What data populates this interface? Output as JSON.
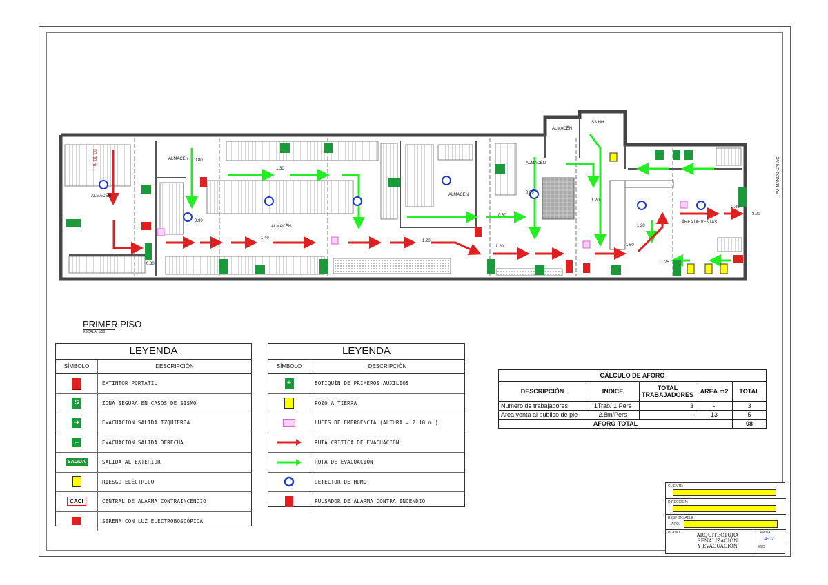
{
  "plan": {
    "title": "PRIMER PISO",
    "scale": "ESCALA: 1/50",
    "street": "AV. MANCO CAPAC",
    "rooms": {
      "almacen": "ALMACÉN",
      "sshh": "SS.HH.",
      "area_ventas": "ÁREA DE VENTAS"
    },
    "dims": [
      "30.00 m.",
      "0.80",
      "1.30",
      "1.40",
      "1.20",
      "0.90",
      "0.80",
      "1.20",
      "1.60",
      "1.25",
      "2.45",
      "3.00",
      "0.90",
      "1.20",
      "1.20",
      "0.80"
    ]
  },
  "legend_left": {
    "title": "LEYENDA",
    "col_symbol": "SÍMBOLO",
    "col_desc": "DESCRIPCIÓN",
    "rows": [
      {
        "icon": "extintor-icon",
        "text": "EXTINTOR PORTÁTIL"
      },
      {
        "icon": "zona-segura-icon",
        "text": "ZONA SEGURA EN CASOS DE SISMO"
      },
      {
        "icon": "evac-izquierda-icon",
        "text": "EVACUACIÓN SALIDA IZQUIERDA"
      },
      {
        "icon": "evac-derecha-icon",
        "text": "EVACUACIÓN SALIDA DERECHA"
      },
      {
        "icon": "salida-icon",
        "text": "SALIDA AL EXTERIOR"
      },
      {
        "icon": "riesgo-electrico-icon",
        "text": "RIESGO ELÉCTRICO"
      },
      {
        "icon": "caci-icon",
        "text": "CENTRAL DE ALARMA CONTRAINCENDIO"
      },
      {
        "icon": "sirena-icon",
        "text": "SIRENA CON LUZ ELECTROBOSCÓPICA"
      }
    ],
    "icon_labels": {
      "zona": "S",
      "salida": "SALIDA",
      "caci": "CACI"
    }
  },
  "legend_right": {
    "title": "LEYENDA",
    "col_symbol": "SÍMBOLO",
    "col_desc": "DESCRIPCIÓN",
    "rows": [
      {
        "icon": "botiquin-icon",
        "text": "BOTIQUÍN DE PRIMEROS AUXILIOS"
      },
      {
        "icon": "pozo-tierra-icon",
        "text": "POZO A TIERRA"
      },
      {
        "icon": "luces-emergencia-icon",
        "text": "LUCES DE EMERGENCIA (ALTURA = 2.10 m.)"
      },
      {
        "icon": "ruta-critica-icon",
        "text": "RUTA CRÍTICA DE EVACUACIÓN"
      },
      {
        "icon": "ruta-evacuacion-icon",
        "text": "RUTA DE EVACUACIÓN"
      },
      {
        "icon": "detector-humo-icon",
        "text": "DETECTOR DE HUMO"
      },
      {
        "icon": "pulsador-alarma-icon",
        "text": "PULSADOR DE ALARMA CONTRA INCENDIO"
      }
    ]
  },
  "aforo": {
    "title": "CÁLCULO DE AFORO",
    "headers": [
      "DESCRIPCIÓN",
      "INDICE",
      "TOTAL TRABAJADORES",
      "AREA m2",
      "TOTAL"
    ],
    "rows": [
      [
        "Numero de trabajadores",
        "1Trab/ 1 Pers",
        "3",
        "-",
        "3"
      ],
      [
        "Area venta al publico de pie",
        "2.8m/Pers",
        "-",
        "13",
        "5"
      ]
    ],
    "total_label": "AFORO TOTAL",
    "total_value": "08"
  },
  "title_block": {
    "cliente": "CLIENTE:",
    "direccion": "DIRECCIÓN:",
    "responsable": "RESPONSABLE:",
    "arq": "ARQ.",
    "plano": "PLANO:",
    "plano_name": [
      "ARQUITECTURA",
      "SEÑALIZACIÓN",
      "Y  EVACUACIÓN"
    ],
    "lamina": "LÁMINA:",
    "lamina_value": "A-02",
    "esc": "ESC:"
  },
  "colors": {
    "red": "#e02020",
    "green": "#22ee22",
    "sign_green": "#1a9a3a",
    "yellow": "#ffff00",
    "blue": "#1a3cc8",
    "magenta": "#e060e0"
  }
}
